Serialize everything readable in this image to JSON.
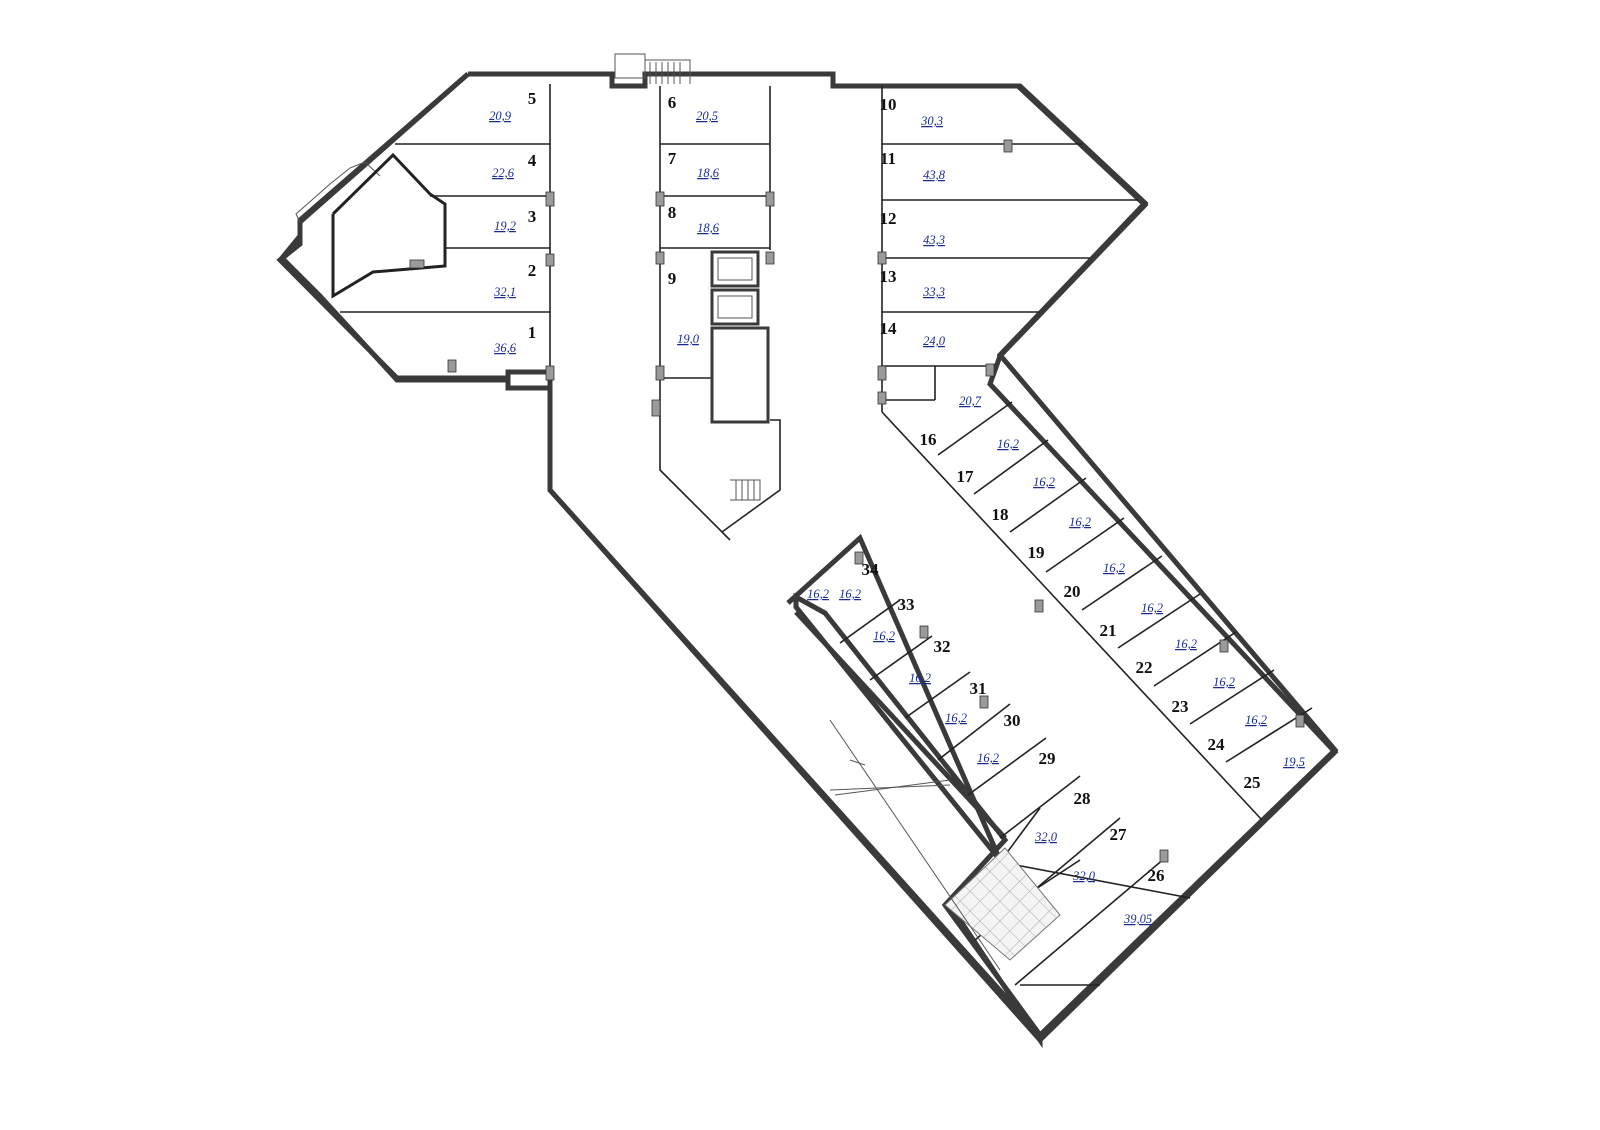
{
  "spaces": [
    {
      "num": "1",
      "area": "36,6"
    },
    {
      "num": "2",
      "area": "32,1"
    },
    {
      "num": "3",
      "area": "19,2"
    },
    {
      "num": "4",
      "area": "22,6"
    },
    {
      "num": "5",
      "area": "20,9"
    },
    {
      "num": "6",
      "area": "20,5"
    },
    {
      "num": "7",
      "area": "18,6"
    },
    {
      "num": "8",
      "area": "18,6"
    },
    {
      "num": "9",
      "area": "19,0"
    },
    {
      "num": "10",
      "area": "30,3"
    },
    {
      "num": "11",
      "area": "43,8"
    },
    {
      "num": "12",
      "area": "43,3"
    },
    {
      "num": "13",
      "area": "33,3"
    },
    {
      "num": "14",
      "area": "24,0"
    },
    {
      "num": "16",
      "area": "20,7"
    },
    {
      "num": "17",
      "area": "16,2"
    },
    {
      "num": "18",
      "area": "16,2"
    },
    {
      "num": "19",
      "area": "16,2"
    },
    {
      "num": "20",
      "area": "16,2"
    },
    {
      "num": "21",
      "area": "16,2"
    },
    {
      "num": "22",
      "area": "16,2"
    },
    {
      "num": "23",
      "area": "16,2"
    },
    {
      "num": "24",
      "area": "16,2"
    },
    {
      "num": "25",
      "area": "19,5"
    },
    {
      "num": "26",
      "area": "39,05"
    },
    {
      "num": "27",
      "area": "32,0"
    },
    {
      "num": "28",
      "area": "32,0"
    },
    {
      "num": "29",
      "area": "16,2"
    },
    {
      "num": "30",
      "area": "16,2"
    },
    {
      "num": "31",
      "area": "16,2"
    },
    {
      "num": "32",
      "area": "16,2"
    },
    {
      "num": "33",
      "area": "16,2"
    },
    {
      "num": "34",
      "area": "16,2"
    }
  ],
  "colors": {
    "wall": "#3a3a3a",
    "area_text": "#1a2d8f",
    "number_text": "#111111"
  }
}
